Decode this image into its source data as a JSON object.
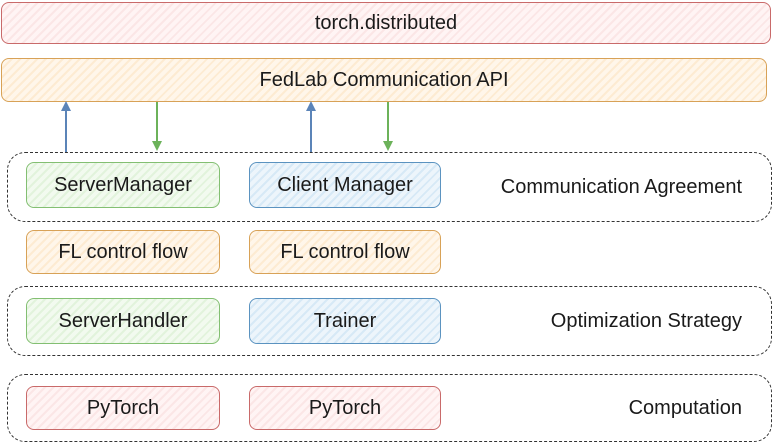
{
  "layers": {
    "top": "torch.distributed",
    "api": "FedLab Communication API"
  },
  "groups": {
    "communication": {
      "label": "Communication Agreement",
      "server": "ServerManager",
      "client": "Client Manager"
    },
    "control": {
      "server": "FL control flow",
      "client": "FL control flow"
    },
    "optimization": {
      "label": "Optimization Strategy",
      "server": "ServerHandler",
      "client": "Trainer"
    },
    "computation": {
      "label": "Computation",
      "server": "PyTorch",
      "client": "PyTorch"
    }
  },
  "colors": {
    "arrow_up": "#5b84b8",
    "arrow_down": "#6cb25a"
  }
}
